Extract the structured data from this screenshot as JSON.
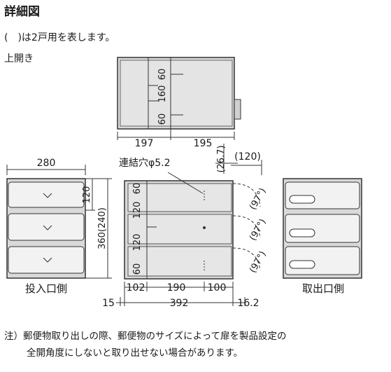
{
  "heading": "詳細図",
  "note_line": "(　)は2戸用を表します。",
  "section_label": "上開き",
  "top_view": {
    "heights": [
      "60",
      "160",
      "60"
    ],
    "widths": [
      "197",
      "195"
    ]
  },
  "left_view": {
    "width": "280",
    "side_120": "120",
    "height_label": "360(240)",
    "caption": "投入口側"
  },
  "center_view": {
    "hole_label": "連結穴φ5.2",
    "offset_267": "(26.7)",
    "offset_120": "(120)",
    "row_heights": [
      "60",
      "120",
      "120",
      "60"
    ],
    "angle_label": "(97°)",
    "widths_top": [
      "102",
      "190",
      "100"
    ],
    "side_left": "15",
    "total_width": "392",
    "side_right": "16.2"
  },
  "right_view": {
    "caption": "取出口側"
  },
  "footnote": {
    "line1": "注）郵便物取り出しの際、郵便物のサイズによって扉を製品設定の",
    "line2": "全開角度にしないと取り出せない場合があります。"
  }
}
